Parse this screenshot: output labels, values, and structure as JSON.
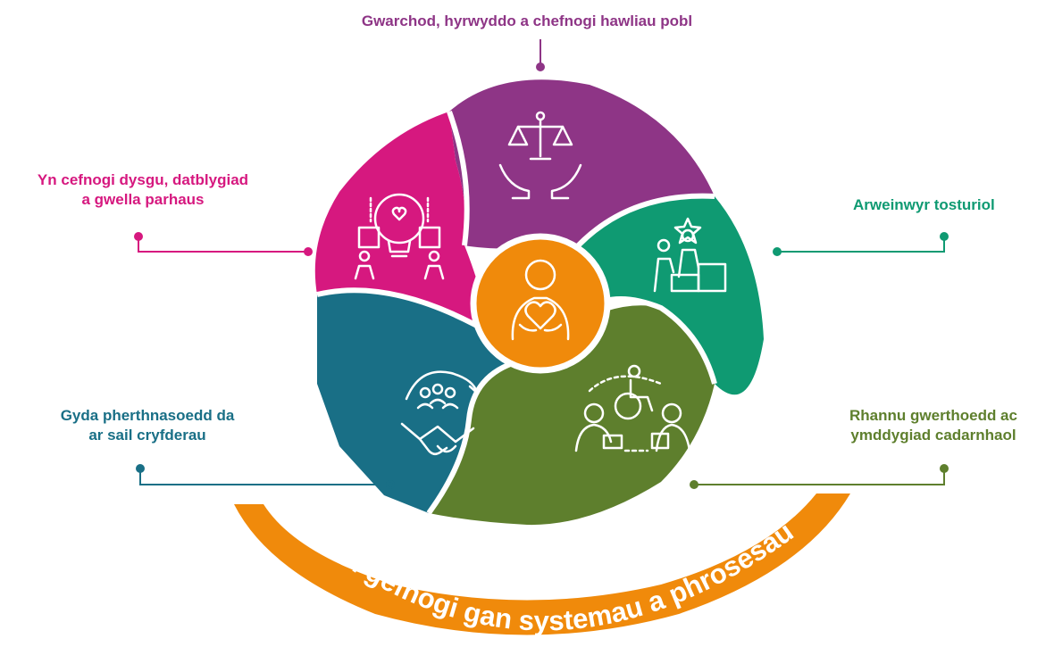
{
  "labels": {
    "top": "Gwarchod, hyrwyddo a chefnogi hawliau pobl",
    "top_left": [
      "Yn cefnogi dysgu, datblygiad",
      "a gwella parhaus"
    ],
    "right": "Arweinwyr tosturiol",
    "bottom_left": [
      "Gyda pherthnasoedd da",
      "ar sail cryfderau"
    ],
    "bottom_right": [
      "Rhannu gwerthoedd ac",
      "ymddygiad cadarnhaol"
    ]
  },
  "banner": {
    "text": "Wedi’i gefnogi gan systemau a phrosesau"
  },
  "colors": {
    "purple": "#8e3586",
    "magenta": "#d6187f",
    "green": "#0f9a72",
    "teal": "#196f86",
    "olive": "#5e7f2d",
    "orange": "#f08a0b"
  },
  "icons": {
    "center": "person-heart-icon",
    "top": "scales-hands-icon",
    "top_left": "lightbulb-puzzle-icon",
    "right": "steps-star-icon",
    "bottom_left": "handshake-team-icon",
    "bottom_right": "inclusive-group-icon"
  }
}
